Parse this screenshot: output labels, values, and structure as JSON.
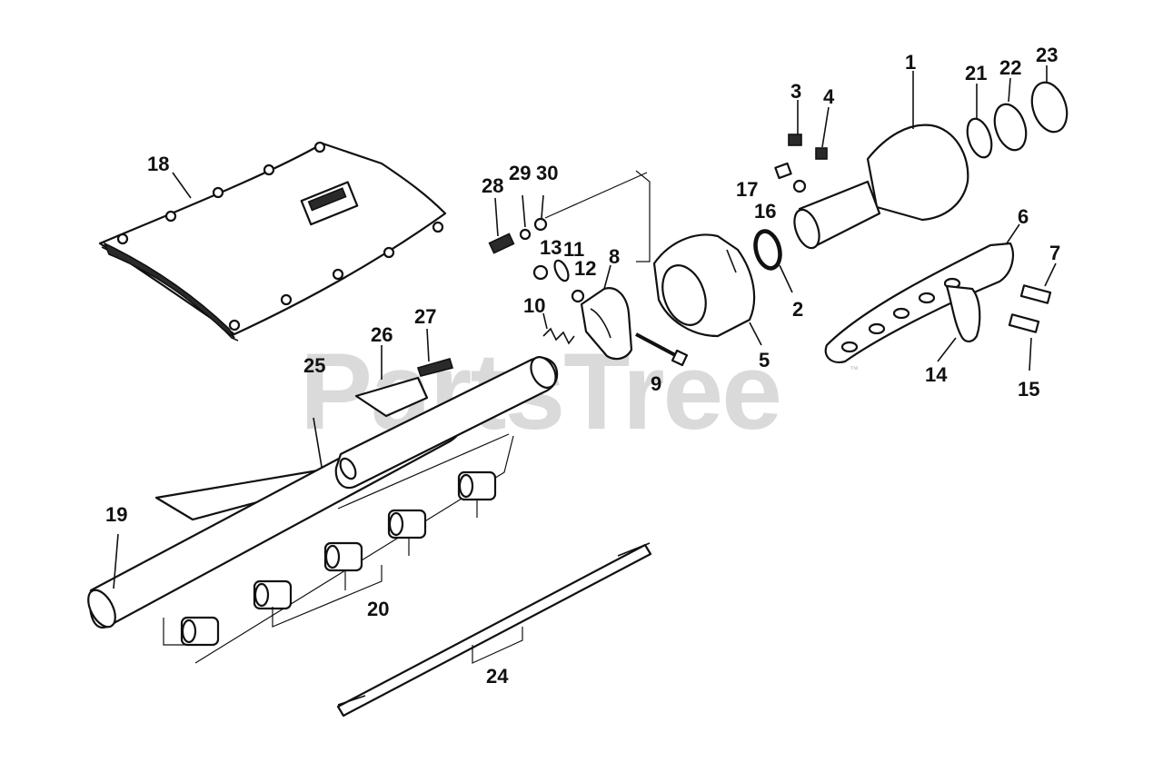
{
  "watermark": {
    "text": "PartsTree",
    "tm": "™"
  },
  "callouts": {
    "c1": "1",
    "c2": "2",
    "c3": "3",
    "c4": "4",
    "c5": "5",
    "c6": "6",
    "c7": "7",
    "c8": "8",
    "c9": "9",
    "c10": "10",
    "c11": "11",
    "c12": "12",
    "c13": "13",
    "c14": "14",
    "c15": "15",
    "c16": "16",
    "c17": "17",
    "c18": "18",
    "c19": "19",
    "c20": "20",
    "c21": "21",
    "c22": "22",
    "c23": "23",
    "c24": "24",
    "c25": "25",
    "c26": "26",
    "c27": "27",
    "c28": "28",
    "c29": "29",
    "c30": "30"
  },
  "colors": {
    "ink": "#111111",
    "watermark": "#bdbdbd",
    "background": "#ffffff"
  }
}
